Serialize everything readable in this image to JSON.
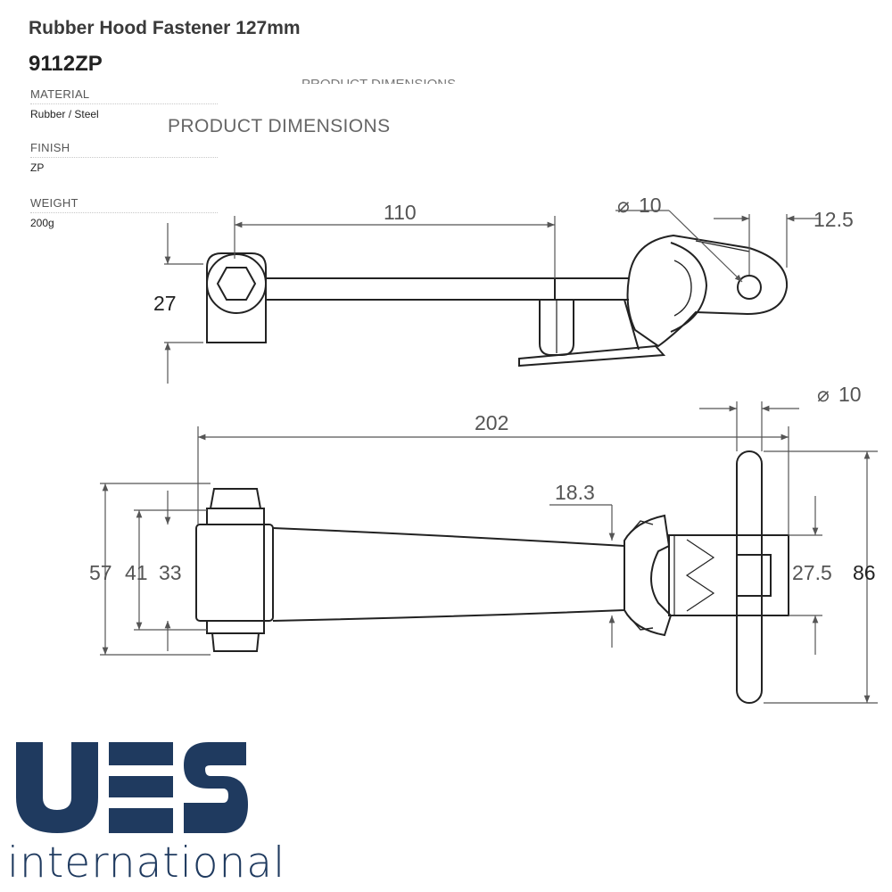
{
  "product": {
    "title": "Rubber Hood Fastener 127mm",
    "code": "9112ZP"
  },
  "specs": [
    {
      "label": "MATERIAL",
      "value": "Rubber / Steel"
    },
    {
      "label": "FINISH",
      "value": "ZP"
    },
    {
      "label": "WEIGHT",
      "value": "200g"
    }
  ],
  "drawing": {
    "ghost_heading": "PRODUCT DIMENSIONS",
    "heading": "PRODUCT DIMENSIONS",
    "side_view": {
      "length": "110",
      "height": "27",
      "hole_diameter": "10",
      "hole_offset": "12.5"
    },
    "top_view": {
      "overall_length": "202",
      "pin_diameter": "10",
      "neck_width": "18.3",
      "width_outer": "57",
      "width_mid": "41",
      "width_inner": "33",
      "clevis_width": "27.5",
      "pin_length": "86"
    },
    "diameter_symbol": "⌀"
  },
  "brand": {
    "logo_text": "UES",
    "tagline": "international",
    "color": "#1f3a5f"
  }
}
